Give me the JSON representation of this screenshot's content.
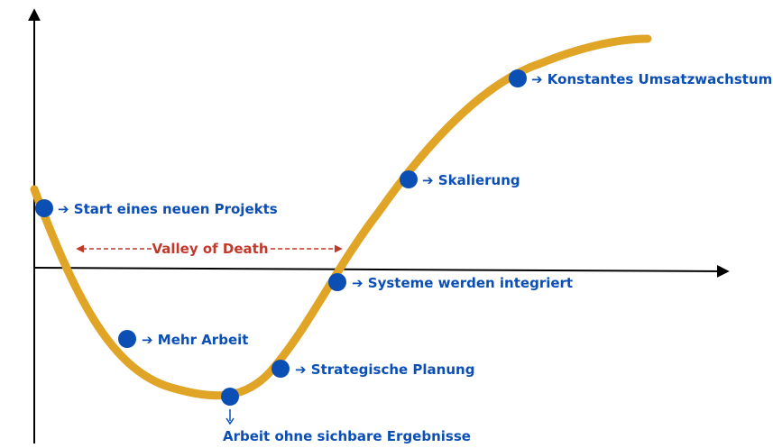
{
  "colors": {
    "curve": "#E0A526",
    "axis": "#000000",
    "marker": "#0B4FB5",
    "label": "#0B4FB5",
    "valley": "#C0392B"
  },
  "valley_label": "Valley of Death",
  "milestones": [
    {
      "id": "start",
      "label": "Start eines neuen Projekts"
    },
    {
      "id": "mehr",
      "label": "Mehr Arbeit"
    },
    {
      "id": "ohne",
      "label": "Arbeit ohne sichbare Ergebnisse"
    },
    {
      "id": "plan",
      "label": "Strategische Planung"
    },
    {
      "id": "sys",
      "label": "Systeme  werden integriert"
    },
    {
      "id": "skal",
      "label": "Skalierung"
    },
    {
      "id": "umsatz",
      "label": "Konstantes Umsatzwachstum"
    }
  ]
}
